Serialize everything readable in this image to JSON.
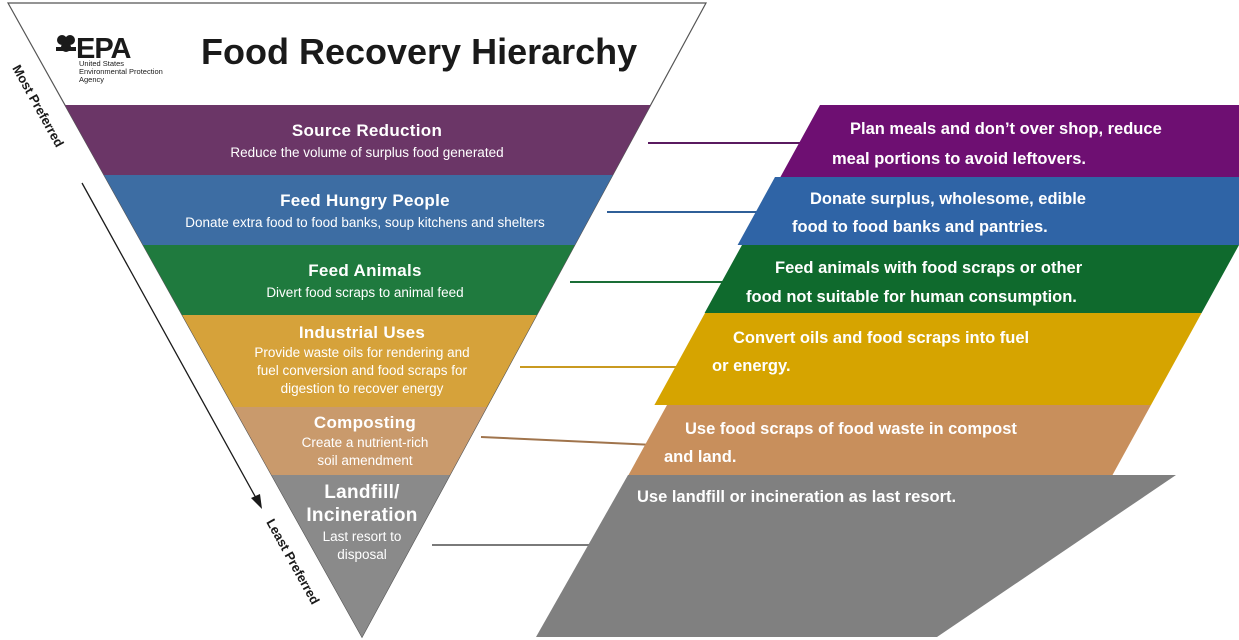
{
  "header": {
    "title": "Food Recovery Hierarchy",
    "logo_text": "EPA",
    "logo_subtitle": [
      "United States",
      "Environmental Protection",
      "Agency"
    ]
  },
  "side_labels": {
    "top": "Most Preferred",
    "bottom": "Least Preferred"
  },
  "levels": [
    {
      "title": [
        "Source Reduction"
      ],
      "description": [
        "Reduce the volume of surplus food generated"
      ],
      "color": "#6b3667",
      "action": [
        "Plan meals and don’t over shop, reduce",
        "meal portions to avoid leftovers."
      ],
      "action_color": "#6e0f72",
      "line_color": "#5a1a60"
    },
    {
      "title": [
        "Feed Hungry People"
      ],
      "description": [
        "Donate extra food to food banks, soup kitchens and shelters"
      ],
      "color": "#3d6da3",
      "action": [
        "Donate surplus, wholesome, edible",
        "food to food banks and pantries."
      ],
      "action_color": "#2f64a6",
      "line_color": "#2f5f98"
    },
    {
      "title": [
        "Feed Animals"
      ],
      "description": [
        "Divert food scraps to animal feed"
      ],
      "color": "#1f7a3e",
      "action": [
        "Feed animals with food scraps or other",
        "food not suitable for human consumption."
      ],
      "action_color": "#0f6a2d",
      "line_color": "#1a6e36"
    },
    {
      "title": [
        "Industrial Uses"
      ],
      "description": [
        "Provide waste oils for rendering and",
        "fuel conversion and food scraps for",
        "digestion to recover energy"
      ],
      "color": "#d6a23a",
      "action": [
        "Convert oils and food scraps into fuel",
        "or energy."
      ],
      "action_color": "#d6a400",
      "line_color": "#c99a20"
    },
    {
      "title": [
        "Composting"
      ],
      "description": [
        "Create a nutrient-rich",
        "soil amendment"
      ],
      "color": "#c99a6c",
      "action": [
        "Use food scraps of food waste in compost",
        "and land."
      ],
      "action_color": "#c88f5c",
      "line_color": "#a0744c"
    },
    {
      "title": [
        "Landfill/",
        "Incineration"
      ],
      "description": [
        "Last resort to",
        "disposal"
      ],
      "color": "#8a8a8a",
      "action": [
        "Use landfill or incineration as last resort."
      ],
      "action_color": "#808080",
      "line_color": "#7a7a7a"
    }
  ]
}
